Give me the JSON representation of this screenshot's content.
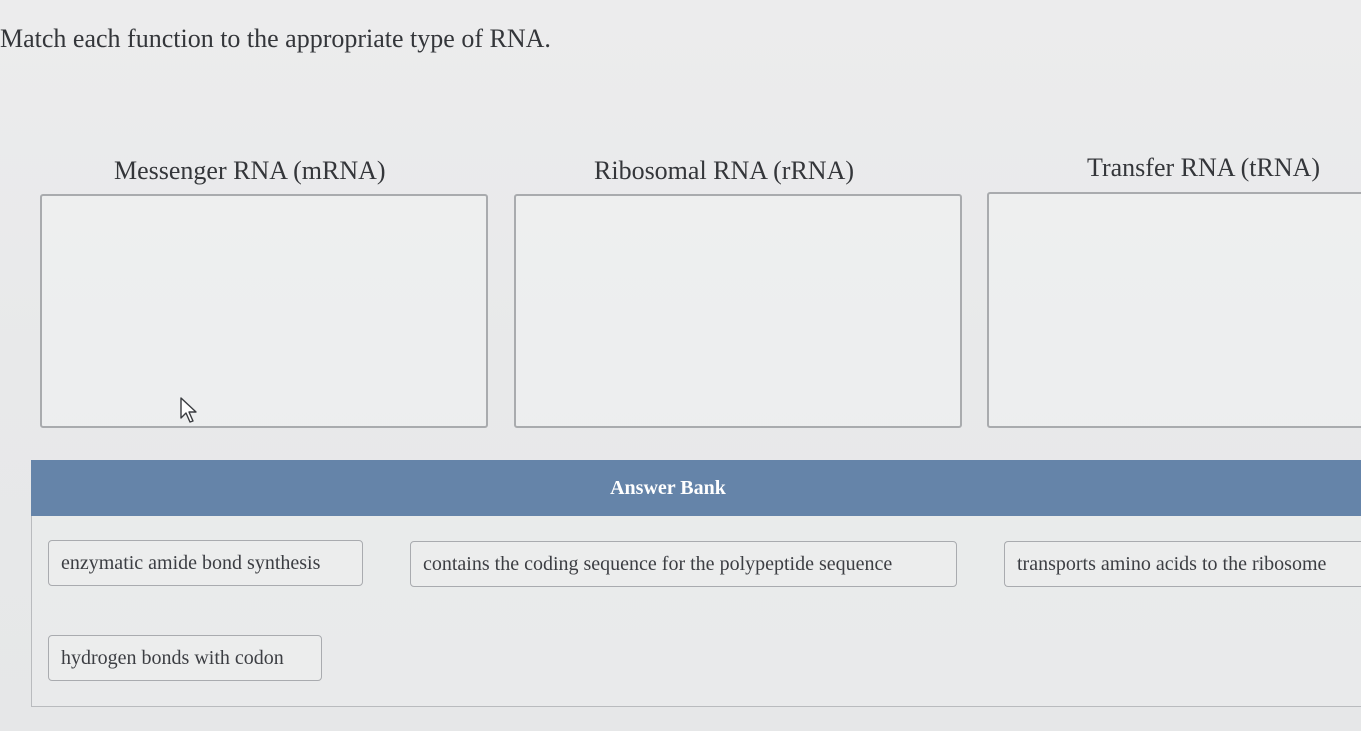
{
  "question": "Match each function to the appropriate type of RNA.",
  "targets": [
    {
      "label": "Messenger RNA (mRNA)"
    },
    {
      "label": "Ribosomal RNA (rRNA)"
    },
    {
      "label": "Transfer RNA (tRNA)"
    }
  ],
  "answer_bank": {
    "title": "Answer Bank",
    "items": [
      "enzymatic amide bond synthesis",
      "contains the coding sequence for the polypeptide sequence",
      "transports amino acids to the ribosome",
      "hydrogen bonds with codon"
    ]
  },
  "colors": {
    "bank_header": "#6584a9",
    "background": "#e9eaeb",
    "border": "#a9abae"
  },
  "icons": {
    "cursor": "mouse-pointer-icon"
  }
}
